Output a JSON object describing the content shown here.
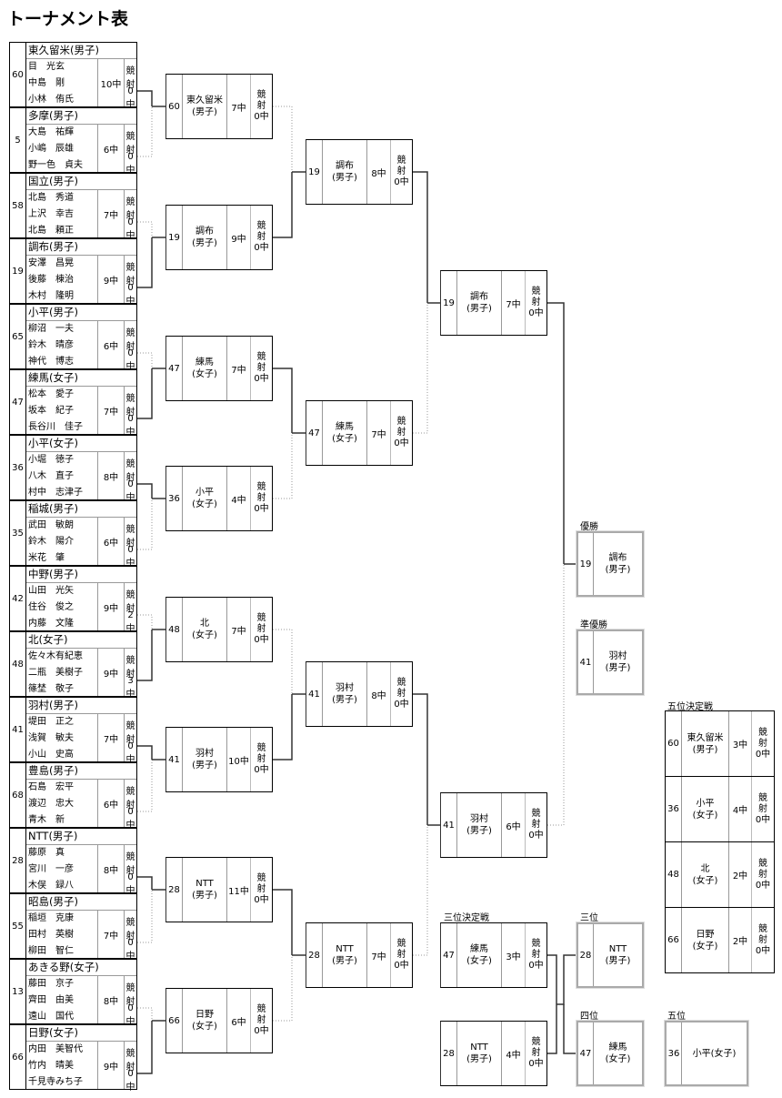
{
  "title": "トーナメント表",
  "kyosha_label_row": "競射",
  "kyosha_label_stack": [
    "競",
    "射"
  ],
  "round1": [
    {
      "seed": "60",
      "team": "東久留米(男子)",
      "members": [
        "目　光玄",
        "中島　剛",
        "小林　侑氏"
      ],
      "hits": "10中",
      "kyosha": "0中"
    },
    {
      "seed": "5",
      "team": "多摩(男子)",
      "members": [
        "大島　祐輝",
        "小嶋　辰雄",
        "野一色　貞夫"
      ],
      "hits": "6中",
      "kyosha": "0中"
    },
    {
      "seed": "58",
      "team": "国立(男子)",
      "members": [
        "北島　秀道",
        "上沢　幸吉",
        "北島　頼正"
      ],
      "hits": "7中",
      "kyosha": "0中"
    },
    {
      "seed": "19",
      "team": "調布(男子)",
      "members": [
        "安澤　昌晃",
        "後藤　棟治",
        "木村　隆明"
      ],
      "hits": "9中",
      "kyosha": "0中"
    },
    {
      "seed": "65",
      "team": "小平(男子)",
      "members": [
        "柳沼　一夫",
        "鈴木　晴彦",
        "神代　博志"
      ],
      "hits": "6中",
      "kyosha": "0中"
    },
    {
      "seed": "47",
      "team": "練馬(女子)",
      "members": [
        "松本　愛子",
        "坂本　紀子",
        "長谷川　佳子"
      ],
      "hits": "7中",
      "kyosha": "0中"
    },
    {
      "seed": "36",
      "team": "小平(女子)",
      "members": [
        "小堀　徳子",
        "八木　直子",
        "村中　志津子"
      ],
      "hits": "8中",
      "kyosha": "0中"
    },
    {
      "seed": "35",
      "team": "稲城(男子)",
      "members": [
        "武田　敏朗",
        "鈴木　陽介",
        "米花　肇"
      ],
      "hits": "6中",
      "kyosha": "0中"
    },
    {
      "seed": "42",
      "team": "中野(男子)",
      "members": [
        "山田　光矢",
        "住谷　俊之",
        "内藤　文隆"
      ],
      "hits": "9中",
      "kyosha": "2中"
    },
    {
      "seed": "48",
      "team": "北(女子)",
      "members": [
        "佐々木有紀恵",
        "二瓶　美樹子",
        "篠埜　敬子"
      ],
      "hits": "9中",
      "kyosha": "3中"
    },
    {
      "seed": "41",
      "team": "羽村(男子)",
      "members": [
        "堤田　正之",
        "浅賀　敏夫",
        "小山　史高"
      ],
      "hits": "7中",
      "kyosha": "0中"
    },
    {
      "seed": "68",
      "team": "豊島(男子)",
      "members": [
        "石島　宏平",
        "渡辺　忠大",
        "青木　新"
      ],
      "hits": "6中",
      "kyosha": "0中"
    },
    {
      "seed": "28",
      "team": "NTT(男子)",
      "members": [
        "藤原　真",
        "宮川　一彦",
        "木俣　録八"
      ],
      "hits": "8中",
      "kyosha": "0中"
    },
    {
      "seed": "55",
      "team": "昭島(男子)",
      "members": [
        "稲垣　克康",
        "田村　英樹",
        "柳田　智仁"
      ],
      "hits": "7中",
      "kyosha": "0中"
    },
    {
      "seed": "13",
      "team": "あきる野(女子)",
      "members": [
        "藤田　京子",
        "齊田　由美",
        "遠山　国代"
      ],
      "hits": "8中",
      "kyosha": "0中"
    },
    {
      "seed": "66",
      "team": "日野(女子)",
      "members": [
        "内田　美智代",
        "竹内　晴美",
        "千見寺みち子"
      ],
      "hits": "9中",
      "kyosha": "0中"
    }
  ],
  "round2": [
    {
      "seed": "60",
      "team": "東久留米",
      "division": "(男子)",
      "hits": "7中",
      "kyosha": "0中"
    },
    {
      "seed": "19",
      "team": "調布",
      "division": "(男子)",
      "hits": "9中",
      "kyosha": "0中"
    },
    {
      "seed": "47",
      "team": "練馬",
      "division": "(女子)",
      "hits": "7中",
      "kyosha": "0中"
    },
    {
      "seed": "36",
      "team": "小平",
      "division": "(女子)",
      "hits": "4中",
      "kyosha": "0中"
    },
    {
      "seed": "48",
      "team": "北",
      "division": "(女子)",
      "hits": "7中",
      "kyosha": "0中"
    },
    {
      "seed": "41",
      "team": "羽村",
      "division": "(男子)",
      "hits": "10中",
      "kyosha": "0中"
    },
    {
      "seed": "28",
      "team": "NTT",
      "division": "(男子)",
      "hits": "11中",
      "kyosha": "0中"
    },
    {
      "seed": "66",
      "team": "日野",
      "division": "(女子)",
      "hits": "6中",
      "kyosha": "0中"
    }
  ],
  "round3": [
    {
      "seed": "19",
      "team": "調布",
      "division": "(男子)",
      "hits": "8中",
      "kyosha": "0中"
    },
    {
      "seed": "47",
      "team": "練馬",
      "division": "(女子)",
      "hits": "7中",
      "kyosha": "0中"
    },
    {
      "seed": "41",
      "team": "羽村",
      "division": "(男子)",
      "hits": "8中",
      "kyosha": "0中"
    },
    {
      "seed": "28",
      "team": "NTT",
      "division": "(男子)",
      "hits": "7中",
      "kyosha": "0中"
    }
  ],
  "semifinal": [
    {
      "seed": "19",
      "team": "調布",
      "division": "(男子)",
      "hits": "7中",
      "kyosha": "0中"
    },
    {
      "seed": "41",
      "team": "羽村",
      "division": "(男子)",
      "hits": "6中",
      "kyosha": "0中"
    }
  ],
  "third_place_match": {
    "label": "三位決定戦",
    "entries": [
      {
        "seed": "47",
        "team": "練馬",
        "division": "(女子)",
        "hits": "3中",
        "kyosha": "0中"
      },
      {
        "seed": "28",
        "team": "NTT",
        "division": "(男子)",
        "hits": "4中",
        "kyosha": "0中"
      }
    ]
  },
  "results": {
    "winner": {
      "label": "優勝",
      "seed": "19",
      "team": "調布",
      "division": "(男子)"
    },
    "runner_up": {
      "label": "準優勝",
      "seed": "41",
      "team": "羽村",
      "division": "(男子)"
    },
    "third": {
      "label": "三位",
      "seed": "28",
      "team": "NTT",
      "division": "(男子)"
    },
    "fourth": {
      "label": "四位",
      "seed": "47",
      "team": "練馬",
      "division": "(女子)"
    },
    "fifth": {
      "label": "五位",
      "seed": "36",
      "team": "小平(女子)"
    }
  },
  "fifth_place_match": {
    "label": "五位決定戦",
    "entries": [
      {
        "seed": "60",
        "team": "東久留米",
        "division": "(男子)",
        "hits": "3中",
        "kyosha": "0中"
      },
      {
        "seed": "36",
        "team": "小平",
        "division": "(女子)",
        "hits": "4中",
        "kyosha": "0中"
      },
      {
        "seed": "48",
        "team": "北",
        "division": "(女子)",
        "hits": "2中",
        "kyosha": "0中"
      },
      {
        "seed": "66",
        "team": "日野",
        "division": "(女子)",
        "hits": "2中",
        "kyosha": "0中"
      }
    ]
  }
}
